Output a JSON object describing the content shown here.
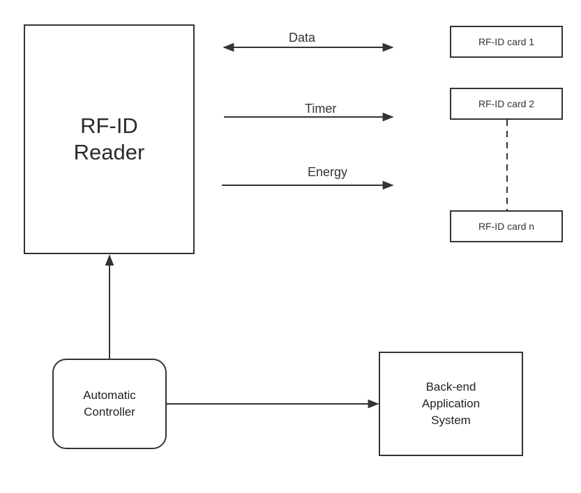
{
  "reader": {
    "title": "RF-ID\nReader"
  },
  "cards": [
    {
      "label": "RF-ID card 1"
    },
    {
      "label": "RF-ID card 2"
    },
    {
      "label": "RF-ID card n"
    }
  ],
  "signals": {
    "data": "Data",
    "timer": "Timer",
    "energy": "Energy"
  },
  "controller": {
    "label": "Automatic\nController"
  },
  "backend": {
    "label": "Back-end\nApplication\nSystem"
  }
}
